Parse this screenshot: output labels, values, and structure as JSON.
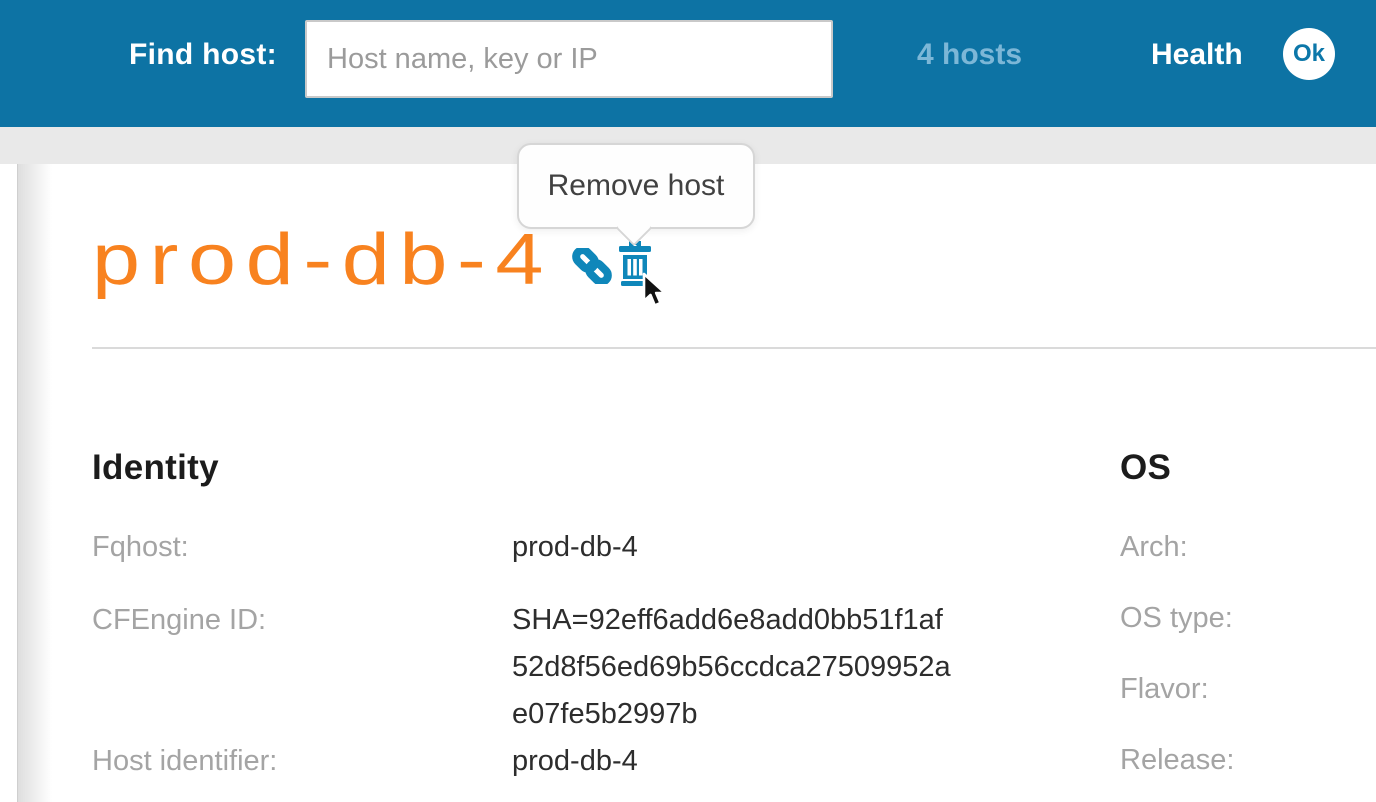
{
  "header": {
    "find_host_label": "Find host:",
    "search": {
      "placeholder": "Host name, key or IP",
      "value": ""
    },
    "hosts_link": "4 hosts",
    "health_label": "Health",
    "health_status": "Ok"
  },
  "host": {
    "name": "prod-db-4",
    "tooltip": "Remove host"
  },
  "sections": {
    "identity": {
      "title": "Identity",
      "rows": [
        {
          "label": "Fqhost:",
          "value": "prod-db-4"
        },
        {
          "label": "CFEngine ID:",
          "value": "SHA=92eff6add6e8add0bb51f1af52d8f56ed69b56ccdca27509952ae07fe5b2997b"
        },
        {
          "label": "Host identifier:",
          "value": "prod-db-4"
        }
      ]
    },
    "os": {
      "title": "OS",
      "rows": [
        {
          "label": "Arch:",
          "value": ""
        },
        {
          "label": "OS type:",
          "value": ""
        },
        {
          "label": "Flavor:",
          "value": ""
        },
        {
          "label": "Release:",
          "value": ""
        }
      ]
    }
  },
  "icons": {
    "link": "link-icon",
    "trash": "trash-icon",
    "cursor": "cursor-icon"
  },
  "colors": {
    "header_bg": "#0d73a4",
    "accent_orange": "#f8821f",
    "icon_blue": "#0f87ba",
    "hosts_link_blue": "#7cb7d7",
    "ok_badge_text": "#0c77a9"
  }
}
